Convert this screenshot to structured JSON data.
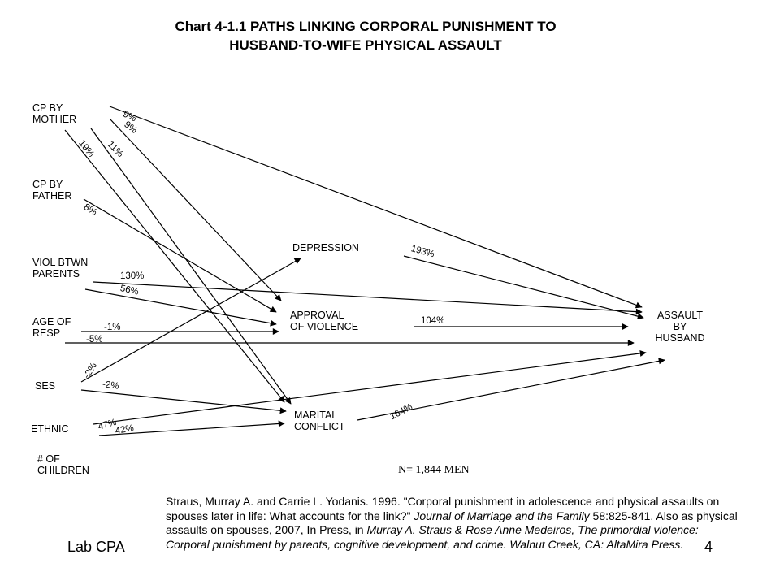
{
  "title": {
    "line1": "Chart 4-1.1 PATHS LINKING CORPORAL PUNISHMENT TO",
    "line2": "HUSBAND-TO-WIFE PHYSICAL ASSAULT"
  },
  "nodes": {
    "cp_mother": [
      "CP BY",
      "MOTHER"
    ],
    "cp_father": [
      "CP BY",
      "FATHER"
    ],
    "viol_parents": [
      "VIOL BTWN",
      "PARENTS"
    ],
    "age": [
      "AGE OF",
      "RESP"
    ],
    "ses": [
      "SES"
    ],
    "ethnic": [
      "ETHNIC"
    ],
    "children": [
      "# OF",
      "CHILDREN"
    ],
    "depression": [
      "DEPRESSION"
    ],
    "approval": [
      "APPROVAL",
      "OF VIOLENCE"
    ],
    "marital": [
      "MARITAL",
      "CONFLICT"
    ],
    "assault": [
      "ASSAULT",
      "BY",
      "HUSBAND"
    ]
  },
  "paths": {
    "p9a": "9%",
    "p9b": "9%",
    "p11": "11%",
    "p19": "19%",
    "p8": "8%",
    "p130": "130%",
    "p56": "56%",
    "pm1": "-1%",
    "pm5": "-5%",
    "pm2a": "-2%",
    "pm2b": "-2%",
    "p47": "47%",
    "p42": "42%",
    "p193": "193%",
    "p104": "104%",
    "p164": "164%"
  },
  "n_label": "N= 1,844 MEN",
  "citation": {
    "part1": "Straus, Murray A. and Carrie L. Yodanis. 1996. \"Corporal punishment in adolescence and physical assaults on spouses later in life: What accounts for the link?\" ",
    "journal": "Journal of Marriage and the Family",
    "part2": " 58:825-841. Also as physical assaults on spouses, 2007, In Press, in ",
    "book": "Murray A. Straus & Rose Anne Medeiros, The primordial violence: Corporal punishment by parents, cognitive development, and crime. Walnut Creek, CA: AltaMira Press."
  },
  "footer": {
    "lab": "Lab CPA",
    "page": "4"
  }
}
